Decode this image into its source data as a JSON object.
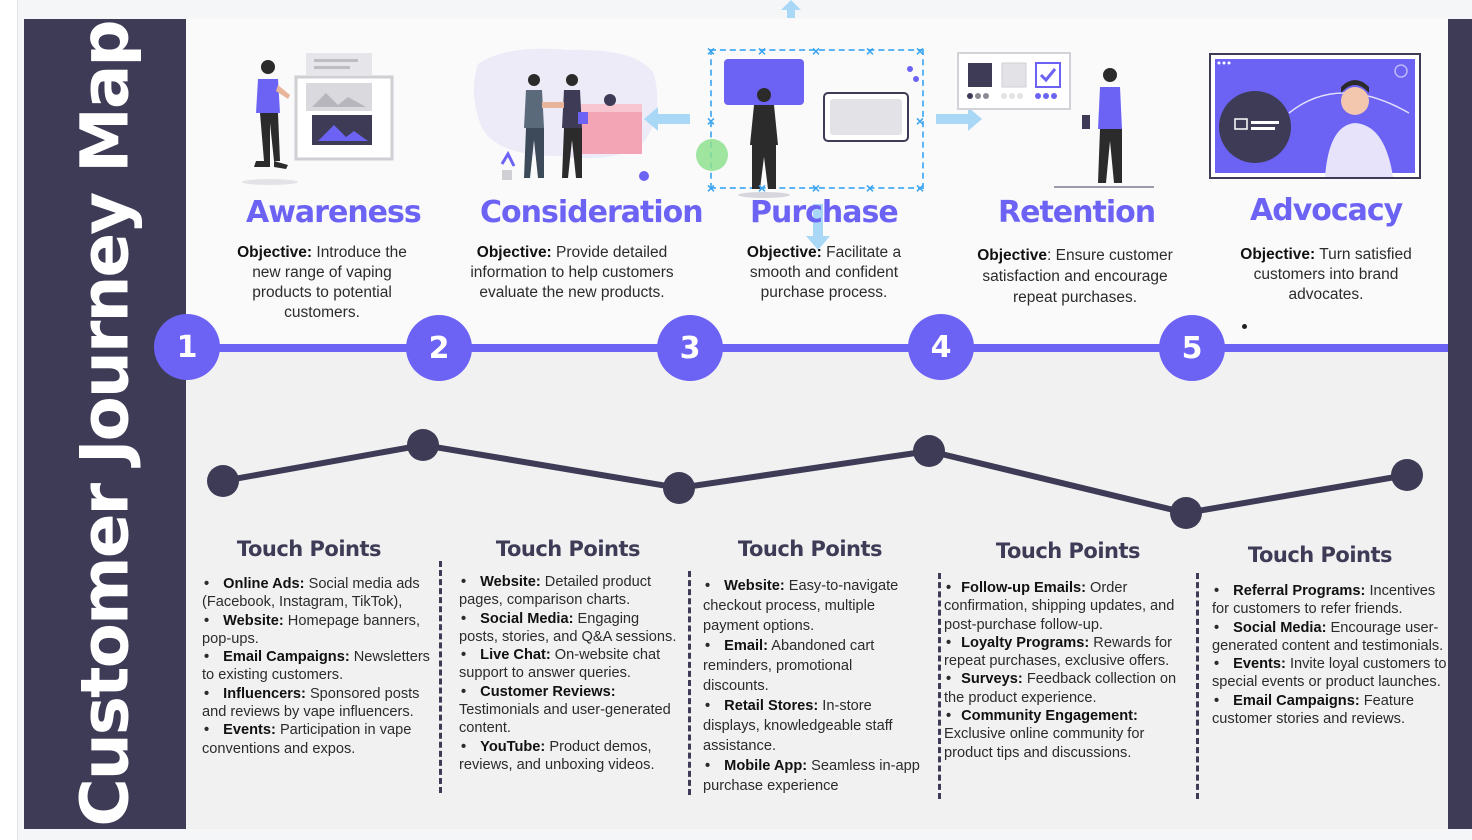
{
  "title": "Customer Journey Map",
  "colors": {
    "accent": "#6c63f5",
    "dark": "#3d3b55",
    "selection": "#5db5f5"
  },
  "stages": [
    {
      "number": "1",
      "name": "Awareness",
      "objective_label": "Objective:",
      "objective_text": " Introduce the new range of vaping products to potential customers."
    },
    {
      "number": "2",
      "name": "Consideration",
      "objective_label": "Objective:",
      "objective_text": " Provide detailed information to help customers evaluate the new products."
    },
    {
      "number": "3",
      "name": "Purchase",
      "objective_label": "Objective:",
      "objective_text": " Facilitate a smooth and confident purchase process."
    },
    {
      "number": "4",
      "name": "Retention",
      "objective_label": "Objective",
      "objective_text": ": Ensure customer satisfaction and encourage repeat purchases."
    },
    {
      "number": "5",
      "name": "Advocacy",
      "objective_label": "Objective:",
      "objective_text": " Turn satisfied customers into brand advocates."
    }
  ],
  "touch_points_title": "Touch Points",
  "touch_points": [
    [
      {
        "label": "Online Ads:",
        "text": " Social media ads (Facebook, Instagram, TikTok),"
      },
      {
        "label": "Website:",
        "text": " Homepage banners, pop-ups."
      },
      {
        "label": "Email Campaigns:",
        "text": " Newsletters to existing customers."
      },
      {
        "label": "Influencers:",
        "text": " Sponsored posts and reviews by vape influencers."
      },
      {
        "label": "Events:",
        "text": " Participation in vape conventions and expos."
      }
    ],
    [
      {
        "label": "Website:",
        "text": " Detailed product pages, comparison charts."
      },
      {
        "label": "Social Media:",
        "text": " Engaging posts, stories, and Q&A sessions."
      },
      {
        "label": "Live Chat:",
        "text": " On-website chat support to answer queries."
      },
      {
        "label": "Customer Reviews:",
        "text": " Testimonials and user-generated content."
      },
      {
        "label": "YouTube:",
        "text": " Product demos, reviews, and unboxing videos."
      }
    ],
    [
      {
        "label": "Website:",
        "text": " Easy-to-navigate checkout process, multiple payment options."
      },
      {
        "label": "Email:",
        "text": " Abandoned cart reminders, promotional discounts."
      },
      {
        "label": "Retail Stores:",
        "text": " In-store displays, knowledgeable staff assistance."
      },
      {
        "label": "Mobile App:",
        "text": " Seamless in-app purchase experience"
      }
    ],
    [
      {
        "label": "Follow-up Emails:",
        "text": " Order confirmation, shipping updates, and post-purchase follow-up."
      },
      {
        "label": "Loyalty Programs:",
        "text": " Rewards for repeat purchases, exclusive offers."
      },
      {
        "label": "Surveys:",
        "text": " Feedback collection on the product experience."
      },
      {
        "label": "Community Engagement:",
        "text": " Exclusive online community for product tips and discussions."
      }
    ],
    [
      {
        "label": "Referral Programs:",
        "text": " Incentives for customers to refer friends."
      },
      {
        "label": "Social Media:",
        "text": " Encourage user-generated content and testimonials."
      },
      {
        "label": "Events:",
        "text": " Invite loyal customers to special events or product launches."
      },
      {
        "label": "Email Campaigns:",
        "text": " Feature customer stories and reviews."
      }
    ]
  ],
  "icons": [
    "person-billboard-illustration",
    "handshake-illustration",
    "selected-purchase-illustration",
    "retention-checkbox-illustration",
    "advocacy-screen-illustration"
  ]
}
